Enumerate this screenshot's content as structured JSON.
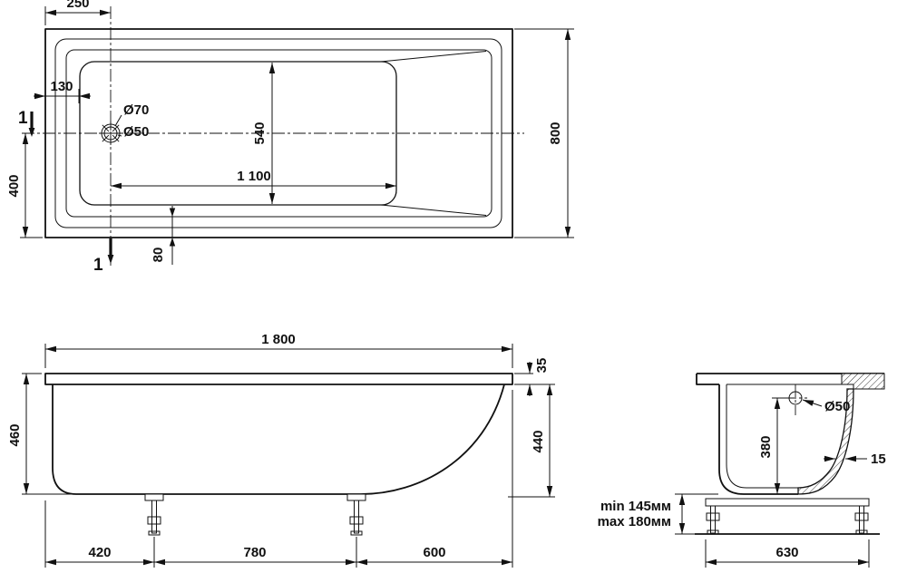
{
  "top_view": {
    "d250": "250",
    "d130": "130",
    "do70": "Ø70",
    "do50": "Ø50",
    "d540": "540",
    "d1100": "1 100",
    "d400": "400",
    "d800": "800",
    "d80": "80",
    "section": "1"
  },
  "front_view": {
    "d1800": "1 800",
    "d35": "35",
    "d460": "460",
    "d440": "440",
    "d420": "420",
    "d780": "780",
    "d600": "600"
  },
  "side_view": {
    "do50": "Ø50",
    "d380": "380",
    "d15": "15",
    "min_h": "min 145мм",
    "max_h": "max 180мм",
    "d630": "630"
  }
}
